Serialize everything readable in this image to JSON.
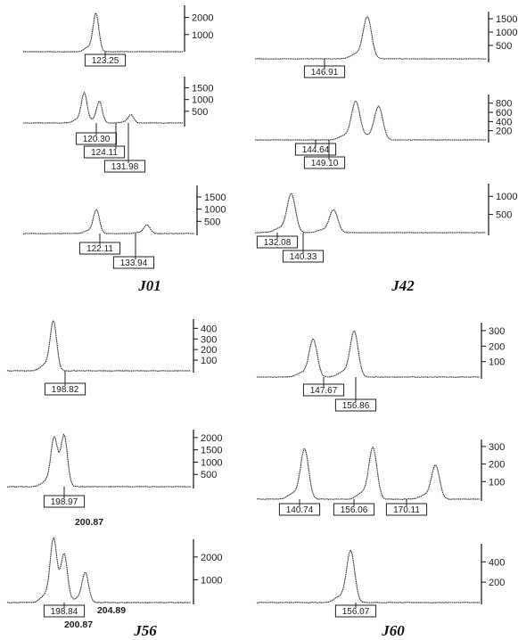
{
  "figure": {
    "colors": {
      "trace": "#333333",
      "axis": "#111111",
      "label_box": "#222222"
    }
  },
  "chart_data": [
    {
      "group": "J01",
      "type": "line",
      "yticks": [
        1000,
        2000
      ],
      "ylim": [
        0,
        2600
      ],
      "peak_labels": [
        {
          "text": "123.25",
          "boxed": true
        }
      ],
      "peaks": [
        {
          "x": 123.25,
          "y": 2200
        }
      ],
      "xlim": [
        105,
        145
      ]
    },
    {
      "group": "J01",
      "type": "line",
      "yticks": [
        500,
        1000,
        1500
      ],
      "ylim": [
        0,
        1900
      ],
      "peak_labels": [
        {
          "text": "120.30",
          "boxed": true
        },
        {
          "text": "124.11",
          "boxed": true
        },
        {
          "text": "131.98",
          "boxed": true
        }
      ],
      "peaks": [
        {
          "x": 120.3,
          "y": 1250
        },
        {
          "x": 124.11,
          "y": 900
        },
        {
          "x": 131.98,
          "y": 350
        }
      ],
      "xlim": [
        105,
        145
      ]
    },
    {
      "group": "J01",
      "type": "line",
      "yticks": [
        500,
        1000,
        1500
      ],
      "ylim": [
        0,
        1900
      ],
      "peak_labels": [
        {
          "text": "122.11",
          "boxed": true
        },
        {
          "text": "133.94",
          "boxed": true
        }
      ],
      "peaks": [
        {
          "x": 122.11,
          "y": 950
        },
        {
          "x": 133.94,
          "y": 350
        }
      ],
      "xlim": [
        105,
        145
      ]
    },
    {
      "group": "J42",
      "type": "line",
      "yticks": [
        500,
        1000,
        1500
      ],
      "ylim": [
        0,
        1700
      ],
      "peak_labels": [
        {
          "text": "146.91",
          "boxed": true
        }
      ],
      "peaks": [
        {
          "x": 146.91,
          "y": 1550
        }
      ],
      "xlim": [
        125,
        170
      ]
    },
    {
      "group": "J42",
      "type": "line",
      "yticks": [
        200,
        400,
        600,
        800
      ],
      "ylim": [
        0,
        950
      ],
      "peak_labels": [
        {
          "text": "144.64",
          "boxed": true
        },
        {
          "text": "149.10",
          "boxed": true
        }
      ],
      "peaks": [
        {
          "x": 144.64,
          "y": 820
        },
        {
          "x": 149.1,
          "y": 720
        }
      ],
      "xlim": [
        125,
        170
      ]
    },
    {
      "group": "J42",
      "type": "line",
      "yticks": [
        500,
        1000
      ],
      "ylim": [
        0,
        1300
      ],
      "peak_labels": [
        {
          "text": "132.08",
          "boxed": true
        },
        {
          "text": "140.33",
          "boxed": true
        }
      ],
      "peaks": [
        {
          "x": 132.08,
          "y": 1050
        },
        {
          "x": 140.33,
          "y": 620
        }
      ],
      "xlim": [
        125,
        170
      ]
    },
    {
      "group": "J56",
      "type": "line",
      "yticks": [
        100,
        200,
        300,
        400
      ],
      "ylim": [
        0,
        470
      ],
      "peak_labels": [
        {
          "text": "198.82",
          "boxed": true
        }
      ],
      "peaks": [
        {
          "x": 198.82,
          "y": 460
        }
      ],
      "xlim": [
        190,
        225
      ]
    },
    {
      "group": "J56",
      "type": "line",
      "yticks": [
        500,
        1000,
        1500,
        2000
      ],
      "ylim": [
        0,
        2250
      ],
      "peak_labels": [
        {
          "text": "198.97",
          "boxed": true
        },
        {
          "text": "200.87",
          "boxed": false
        }
      ],
      "peaks": [
        {
          "x": 198.97,
          "y": 1750
        },
        {
          "x": 200.87,
          "y": 2050
        }
      ],
      "xlim": [
        190,
        225
      ]
    },
    {
      "group": "J56",
      "type": "line",
      "yticks": [
        1000,
        2000
      ],
      "ylim": [
        0,
        2700
      ],
      "peak_labels": [
        {
          "text": "198.84",
          "boxed": true
        },
        {
          "text": "204.89",
          "boxed": false
        },
        {
          "text": "200.87",
          "boxed": false
        }
      ],
      "peaks": [
        {
          "x": 198.84,
          "y": 2550
        },
        {
          "x": 200.87,
          "y": 2100
        },
        {
          "x": 204.89,
          "y": 1300
        }
      ],
      "xlim": [
        190,
        225
      ]
    },
    {
      "group": "J60",
      "type": "line",
      "yticks": [
        100,
        200,
        300
      ],
      "ylim": [
        0,
        340
      ],
      "peak_labels": [
        {
          "text": "147.67",
          "boxed": true
        },
        {
          "text": "156.86",
          "boxed": true
        }
      ],
      "peaks": [
        {
          "x": 147.67,
          "y": 240
        },
        {
          "x": 156.86,
          "y": 290
        }
      ],
      "xlim": [
        135,
        185
      ]
    },
    {
      "group": "J60",
      "type": "line",
      "yticks": [
        100,
        200,
        300
      ],
      "ylim": [
        0,
        330
      ],
      "peak_labels": [
        {
          "text": "140.74",
          "boxed": true
        },
        {
          "text": "156.06",
          "boxed": true
        },
        {
          "text": "170.11",
          "boxed": true
        }
      ],
      "peaks": [
        {
          "x": 140.74,
          "y": 280
        },
        {
          "x": 156.06,
          "y": 290
        },
        {
          "x": 170.11,
          "y": 190
        }
      ],
      "xlim": [
        130,
        180
      ]
    },
    {
      "group": "J60",
      "type": "line",
      "yticks": [
        200,
        400
      ],
      "ylim": [
        0,
        560
      ],
      "peak_labels": [
        {
          "text": "156.07",
          "boxed": true
        }
      ],
      "peaks": [
        {
          "x": 156.07,
          "y": 500
        }
      ],
      "xlim": [
        135,
        185
      ]
    }
  ]
}
